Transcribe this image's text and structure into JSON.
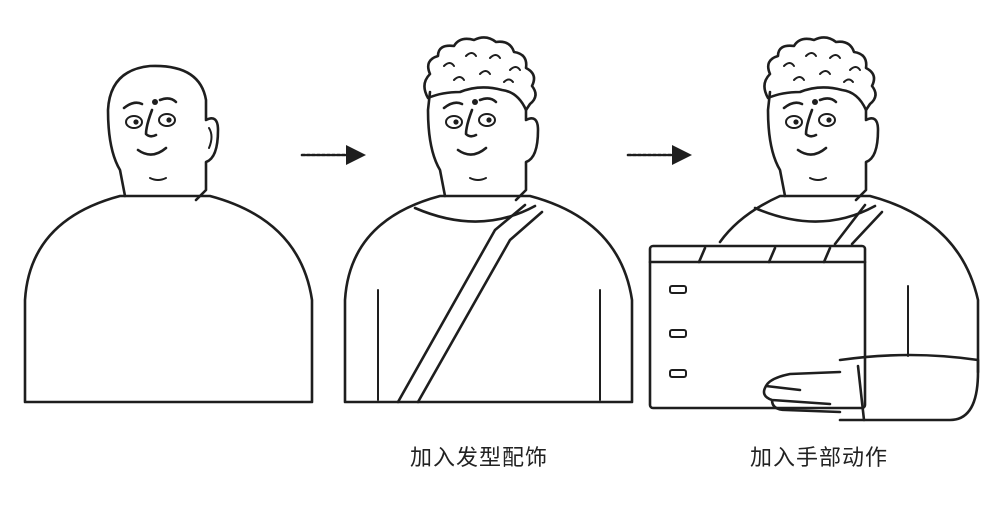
{
  "diagram": {
    "steps": [
      {
        "id": "base",
        "caption": ""
      },
      {
        "id": "hair-accessories",
        "caption": "加入发型配饰"
      },
      {
        "id": "hand-action",
        "caption": "加入手部动作"
      }
    ]
  },
  "colors": {
    "ink": "#1e1e1e",
    "background": "#ffffff"
  },
  "icons": [
    "arrow-right-icon",
    "arrow-right-icon"
  ]
}
